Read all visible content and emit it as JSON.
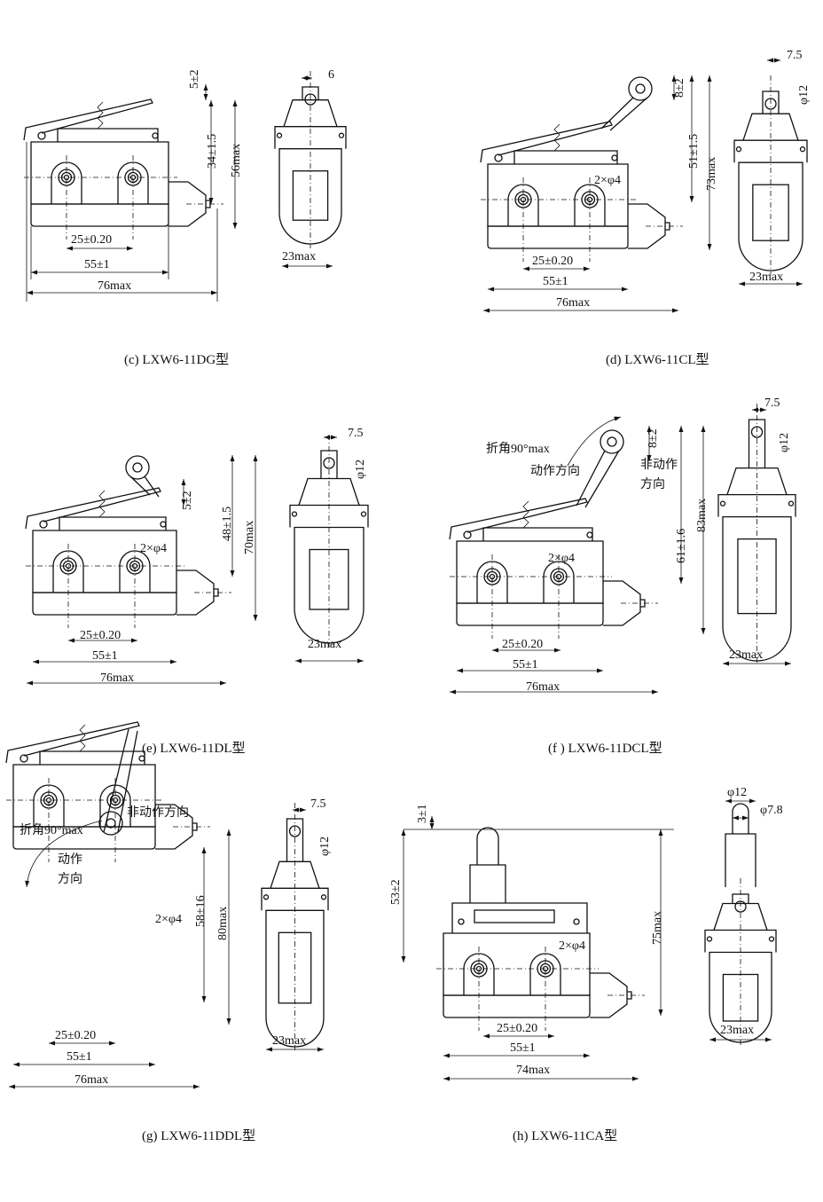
{
  "panels": [
    {
      "id": "c",
      "caption": "(c) LXW6-11DG型",
      "dims": {
        "a": "5±2",
        "b": "34±1.5",
        "c": "56max",
        "d": "25±0.20",
        "e": "55±1",
        "f": "76max",
        "side_top": "6",
        "side_w": "23max"
      }
    },
    {
      "id": "d",
      "caption": "(d) LXW6-11CL型",
      "dims": {
        "a": "8±2",
        "b": "51±1.5",
        "c": "73max",
        "holes": "2×φ4",
        "d": "25±0.20",
        "e": "55±1",
        "f": "76max",
        "side_top": "7.5",
        "side_dia": "φ12",
        "side_w": "23max"
      }
    },
    {
      "id": "e",
      "caption": "(e) LXW6-11DL型",
      "dims": {
        "a": "5±2",
        "b": "48±1.5",
        "c": "70max",
        "holes": "2×φ4",
        "d": "25±0.20",
        "e": "55±1",
        "f": "76max",
        "side_top": "7.5",
        "side_dia": "φ12",
        "side_w": "23max"
      }
    },
    {
      "id": "f",
      "caption": "(f ) LXW6-11DCL型",
      "dims": {
        "angle": "折角90°max",
        "act": "动作方向",
        "nonact1": "非动作",
        "nonact2": "方向",
        "a": "8±2",
        "b": "61±1.6",
        "c": "83max",
        "holes": "2×φ4",
        "d": "25±0.20",
        "e": "55±1",
        "f": "76max",
        "side_top": "7.5",
        "side_dia": "φ12",
        "side_w": "23max"
      }
    },
    {
      "id": "g",
      "caption": "(g) LXW6-11DDL型",
      "dims": {
        "nonact": "非动作方向",
        "angle": "折角90°max",
        "act1": "动作",
        "act2": "方向",
        "b": "58±16",
        "c": "80max",
        "holes": "2×φ4",
        "d": "25±0.20",
        "e": "55±1",
        "f": "76max",
        "side_top": "7.5",
        "side_dia": "φ12",
        "side_w": "23max"
      }
    },
    {
      "id": "h",
      "caption": "(h) LXW6-11CA型",
      "dims": {
        "a": "3±1",
        "b": "53±2",
        "c": "75max",
        "holes": "2×φ4",
        "d": "25±0.20",
        "e": "55±1",
        "f": "74max",
        "side_dia1": "φ12",
        "side_dia2": "φ7.8",
        "side_w": "23max"
      }
    }
  ]
}
